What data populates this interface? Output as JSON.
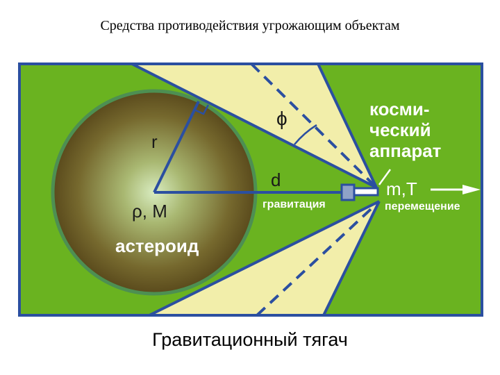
{
  "slide": {
    "title": "Средства противодействия угрожающим объектам",
    "caption": "Гравитационный тягач"
  },
  "diagram": {
    "labels": {
      "radius": "r",
      "angle": "ϕ",
      "distance": "d",
      "density_mass": "ρ, M",
      "asteroid": "астероид",
      "gravity": "гравитация",
      "spacecraft_line1": "косми-",
      "spacecraft_line2": "ческий",
      "spacecraft_line3": "аппарат",
      "mass_thrust": "m,T",
      "displacement": "перемещение"
    },
    "colors": {
      "background": "#6ab320",
      "frame": "#2b4fa0",
      "beam": "#f2eeaa",
      "asteroid_center": "#d8ecc0",
      "asteroid_edge": "#5a4a1c",
      "white_text": "#ffffff",
      "dark_text": "#1a1a1a"
    }
  }
}
